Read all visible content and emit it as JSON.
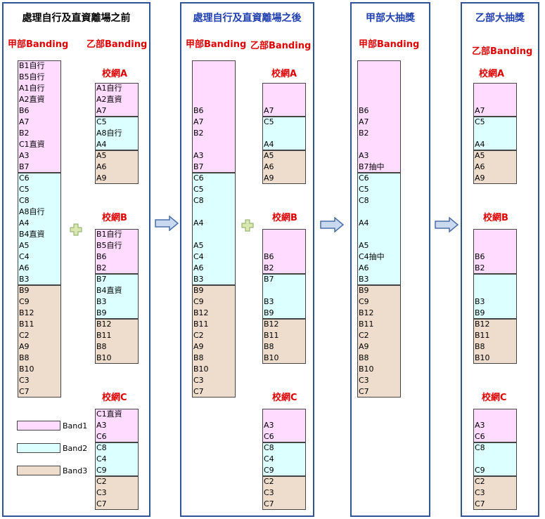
{
  "panels": [
    {
      "title": "處理自行及直資離場之前",
      "title_color": "#000000"
    },
    {
      "title": "處理自行及直資離場之後",
      "title_color": "#1f3fae"
    },
    {
      "title": "甲部大抽獎",
      "title_color": "#1f3fae"
    },
    {
      "title": "乙部大抽獎",
      "title_color": "#1f3fae"
    }
  ],
  "labels": {
    "jia_banding": "甲部Banding",
    "yi_banding": "乙部Banding",
    "net_a": "校網A",
    "net_b": "校網B",
    "net_c": "校網C"
  },
  "legend": [
    {
      "name": "Band1",
      "color": "#ffdcff"
    },
    {
      "name": "Band2",
      "color": "#dcffff"
    },
    {
      "name": "Band3",
      "color": "#eeddcc"
    }
  ],
  "p1": {
    "jia": [
      "B1自行",
      "B5自行",
      "A1自行",
      "A2直資",
      "B6",
      "A7",
      "B2",
      "C1直資",
      "A3",
      "B7",
      "C6",
      "C5",
      "C8",
      "A8自行",
      "A4",
      "B4直資",
      "A5",
      "C4",
      "A6",
      "B3",
      "B9",
      "C9",
      "B12",
      "B11",
      "C2",
      "A9",
      "B8",
      "B10",
      "C3",
      "C7"
    ],
    "a": [
      "A1自行",
      "A2直資",
      "A7",
      "C5",
      "A8自行",
      "A4",
      "A5",
      "A6",
      "A9"
    ],
    "b": [
      "B1自行",
      "B5自行",
      "B6",
      "B2",
      "B7",
      "B4直資",
      "B3",
      "B9",
      "B12",
      "B11",
      "B8",
      "B10"
    ],
    "c": [
      "C1直資",
      "A3",
      "C6",
      "C8",
      "C4",
      "C9",
      "C2",
      "C3",
      "C7"
    ]
  },
  "p2": {
    "jia": [
      "B6",
      "A7",
      "B2",
      "A3",
      "B7",
      "C6",
      "C5",
      "C8",
      "A4",
      "A5",
      "C4",
      "A6",
      "B3",
      "B9",
      "C9",
      "B12",
      "B11",
      "C2",
      "A9",
      "B8",
      "B10",
      "C3",
      "C7"
    ],
    "a": [
      "A7",
      "C5",
      "A4",
      "A5",
      "A6",
      "A9"
    ],
    "b": [
      "B6",
      "B2",
      "B7",
      "B3",
      "B9",
      "B12",
      "B11",
      "B8",
      "B10"
    ],
    "c": [
      "A3",
      "C6",
      "C8",
      "C4",
      "C9",
      "C2",
      "C3",
      "C7"
    ]
  },
  "p3": {
    "jia": [
      "B6",
      "A7",
      "B2",
      "A3",
      "B7抽中",
      "C6",
      "C5",
      "C8",
      "A4",
      "A5",
      "C4抽中",
      "A6",
      "B3",
      "B9",
      "C9",
      "B12",
      "B11",
      "C2",
      "A9",
      "B8",
      "B10",
      "C3",
      "C7"
    ]
  },
  "p4": {
    "a": [
      "A7",
      "C5",
      "A4",
      "A5",
      "A6",
      "A9"
    ],
    "b": [
      "B6",
      "B2",
      "B3",
      "B9",
      "B12",
      "B11",
      "B8",
      "B10"
    ],
    "c": [
      "A3",
      "C6",
      "C8",
      "C9",
      "C2",
      "C3",
      "C7"
    ]
  }
}
